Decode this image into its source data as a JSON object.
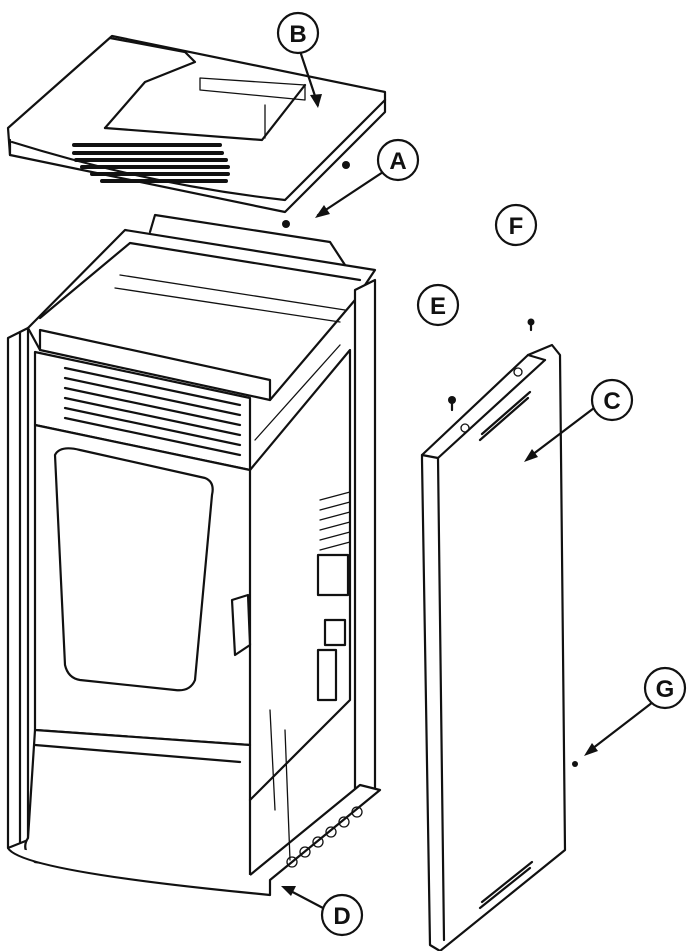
{
  "colors": {
    "line": "#111111",
    "background": "#ffffff"
  },
  "callouts": [
    {
      "id": "a",
      "letter": "A"
    },
    {
      "id": "b",
      "letter": "B"
    },
    {
      "id": "c",
      "letter": "C"
    },
    {
      "id": "d",
      "letter": "D"
    },
    {
      "id": "e",
      "letter": "E"
    },
    {
      "id": "f",
      "letter": "F"
    },
    {
      "id": "g",
      "letter": "G"
    }
  ]
}
